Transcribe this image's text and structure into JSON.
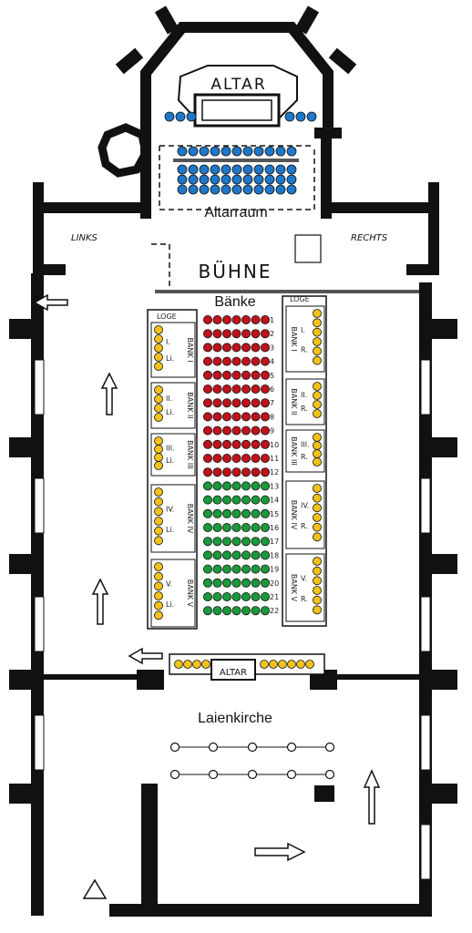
{
  "labels": {
    "altar_top": "ALTAR",
    "altarraum": "Altarraum",
    "links": "LINKS",
    "rechts": "RECHTS",
    "buehne": "BÜHNE",
    "baenke": "Bänke",
    "laienkirche": "Laienkirche",
    "altar_bottom": "ALTAR",
    "loge_left": "LOGE",
    "loge_right": "LOGE"
  },
  "rows": [
    "1",
    "2",
    "3",
    "4",
    "5",
    "6",
    "7",
    "8",
    "9",
    "10",
    "11",
    "12",
    "13",
    "14",
    "15",
    "16",
    "17",
    "18",
    "19",
    "20",
    "21",
    "22"
  ],
  "left_boxes": [
    {
      "roman": "I.",
      "side": "Li.",
      "bank": "BANK I"
    },
    {
      "roman": "II.",
      "side": "Li.",
      "bank": "BANK II"
    },
    {
      "roman": "III.",
      "side": "Li.",
      "bank": "BANK III"
    },
    {
      "roman": "IV.",
      "side": "Li.",
      "bank": "BANK IV"
    },
    {
      "roman": "V.",
      "side": "Li.",
      "bank": "BANK V"
    }
  ],
  "right_boxes": [
    {
      "roman": "I.",
      "side": "R.",
      "bank": "BANK I"
    },
    {
      "roman": "II.",
      "side": "R.",
      "bank": "BANK II"
    },
    {
      "roman": "III.",
      "side": "R.",
      "bank": "BANK III"
    },
    {
      "roman": "IV.",
      "side": "R.",
      "bank": "BANK IV"
    },
    {
      "roman": "V.",
      "side": "R.",
      "bank": "BANK V"
    }
  ],
  "colors": {
    "wall": "#111111",
    "altar_seats": "#1f77c9",
    "bench_red": "#c0121b",
    "bench_green": "#1a9a3a",
    "loge_yellow": "#f2c21a"
  }
}
